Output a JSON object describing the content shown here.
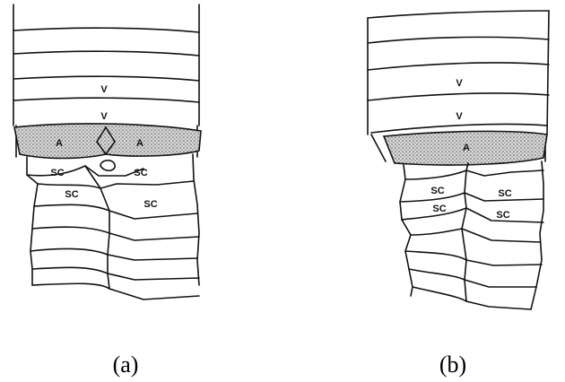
{
  "panels": [
    {
      "id": "a",
      "caption": "(a)",
      "labels": {
        "ventral_1": "V",
        "ventral_2": "V",
        "anal_left": "A",
        "anal_right": "A",
        "sc_1": "SC",
        "sc_2": "SC",
        "sc_3": "SC",
        "sc_4": "SC"
      }
    },
    {
      "id": "b",
      "caption": "(b)",
      "labels": {
        "ventral_1": "V",
        "ventral_2": "V",
        "anal": "A",
        "sc_1": "SC",
        "sc_2": "SC",
        "sc_3": "SC",
        "sc_4": "SC"
      }
    }
  ],
  "colors": {
    "ink": "#111111",
    "stipple": "#9a9a9a",
    "background": "#ffffff"
  }
}
